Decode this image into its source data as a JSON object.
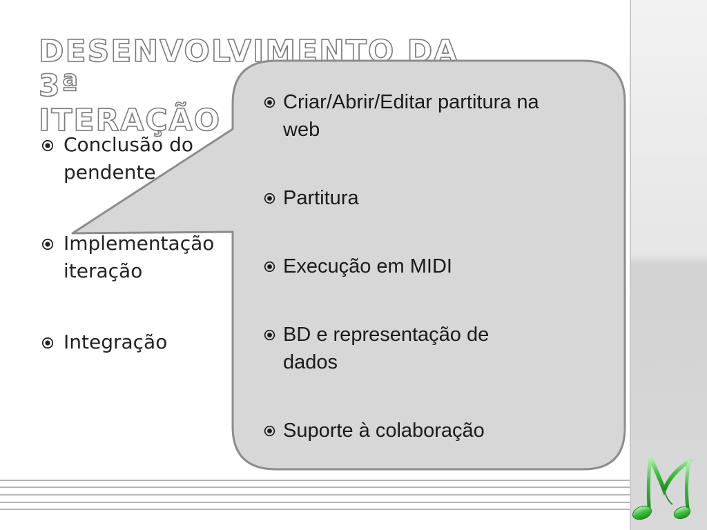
{
  "slide": {
    "title_lines": [
      "Desenvolvimento da 3ª",
      "iteração"
    ],
    "main_bullets": [
      {
        "lines": [
          "Conclusão do",
          "pendente"
        ]
      },
      {
        "lines": [
          "Implementação",
          "iteração"
        ]
      },
      {
        "lines": [
          "Integração"
        ]
      }
    ],
    "callout_bullets": [
      {
        "lines": [
          "Criar/Abrir/Editar partitura na",
          "web"
        ]
      },
      {
        "lines": [
          "Partitura"
        ]
      },
      {
        "lines": [
          "Execução em MIDI"
        ]
      },
      {
        "lines": [
          "BD e representação de",
          "dados"
        ]
      },
      {
        "lines": [
          "Suporte à colaboração"
        ]
      }
    ],
    "bullet_icon": "circled-dot-icon",
    "logo_icon": "music-note-m-logo",
    "colors": {
      "callout_fill": "#d7d7d7",
      "callout_stroke": "#8c8c8c",
      "title_stroke": "#7a7a7a",
      "logo_green": "#3fbf3f",
      "staff_lines": "#b4b4b4"
    }
  }
}
